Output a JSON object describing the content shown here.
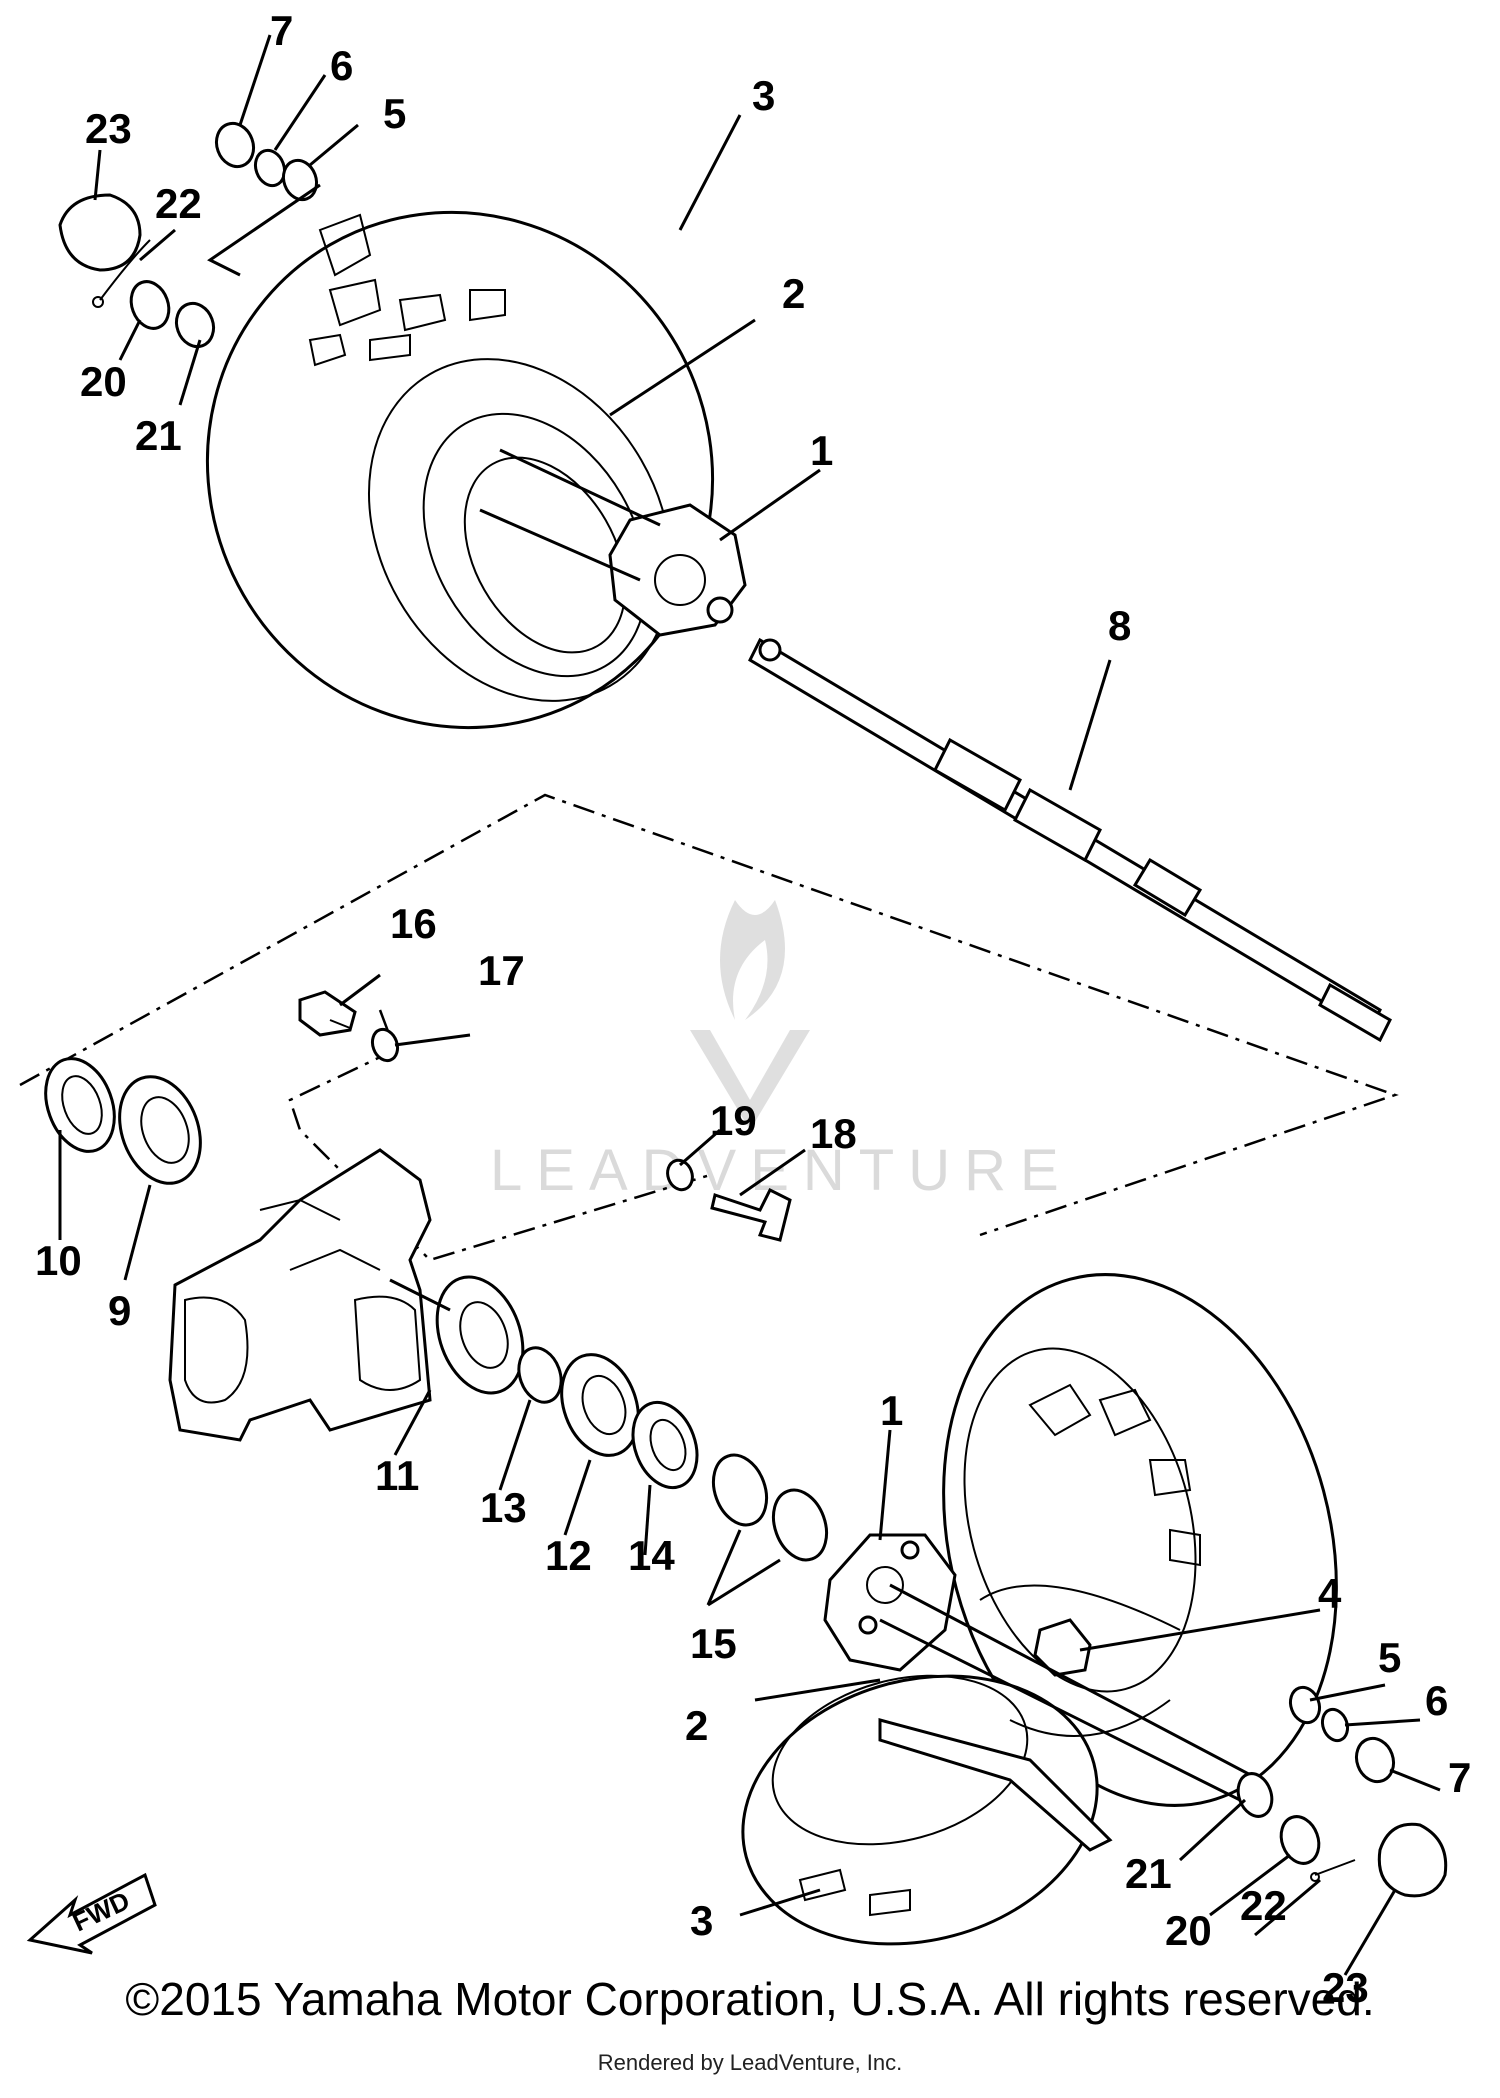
{
  "callouts": [
    {
      "id": "7",
      "text": "7"
    },
    {
      "id": "6",
      "text": "6"
    },
    {
      "id": "5",
      "text": "5"
    },
    {
      "id": "3",
      "text": "3"
    },
    {
      "id": "23",
      "text": "23"
    },
    {
      "id": "22",
      "text": "22"
    },
    {
      "id": "2",
      "text": "2"
    },
    {
      "id": "20",
      "text": "20"
    },
    {
      "id": "21",
      "text": "21"
    },
    {
      "id": "1",
      "text": "1"
    },
    {
      "id": "8",
      "text": "8"
    },
    {
      "id": "16",
      "text": "16"
    },
    {
      "id": "17",
      "text": "17"
    },
    {
      "id": "19",
      "text": "19"
    },
    {
      "id": "18",
      "text": "18"
    },
    {
      "id": "10",
      "text": "10"
    },
    {
      "id": "9",
      "text": "9"
    },
    {
      "id": "11",
      "text": "11"
    },
    {
      "id": "13",
      "text": "13"
    },
    {
      "id": "12",
      "text": "12"
    },
    {
      "id": "14",
      "text": "14"
    },
    {
      "id": "15",
      "text": "15"
    },
    {
      "id": "1b",
      "text": "1"
    },
    {
      "id": "4",
      "text": "4"
    },
    {
      "id": "2b",
      "text": "2"
    },
    {
      "id": "5b",
      "text": "5"
    },
    {
      "id": "6b",
      "text": "6"
    },
    {
      "id": "7b",
      "text": "7"
    },
    {
      "id": "3b",
      "text": "3"
    },
    {
      "id": "21b",
      "text": "21"
    },
    {
      "id": "20b",
      "text": "20"
    },
    {
      "id": "22b",
      "text": "22"
    },
    {
      "id": "23b",
      "text": "23"
    }
  ],
  "direction_tag": "FWD",
  "watermark": "LEADVENTURE",
  "copyright": "©2015 Yamaha Motor Corporation, U.S.A. All rights reserved.",
  "rendered_by": "Rendered by LeadVenture, Inc."
}
